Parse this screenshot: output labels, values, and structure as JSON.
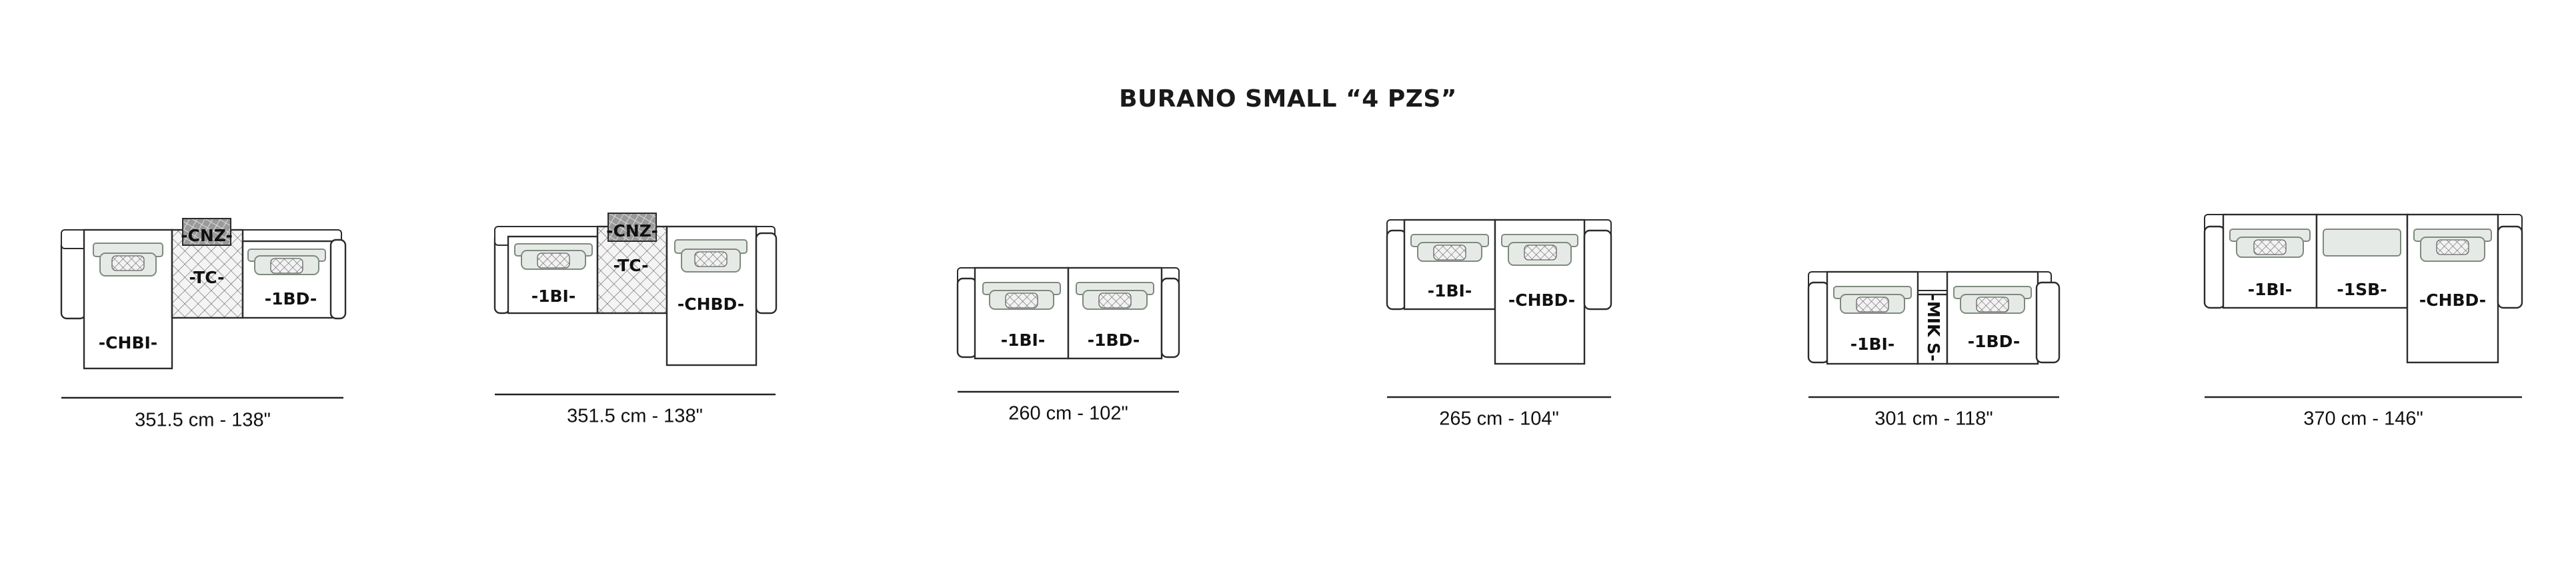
{
  "title": "BURANO SMALL “4 PZS”",
  "configurations": [
    {
      "dimension": "351.5 cm - 138\"",
      "modules": [
        {
          "label": "-CHBI-",
          "type": "chaise-left"
        },
        {
          "label": "-TC-",
          "type": "corner-quilted"
        },
        {
          "label": "-CNZ-",
          "type": "cushion"
        },
        {
          "label": "-1BD-",
          "type": "seat"
        }
      ]
    },
    {
      "dimension": "351.5 cm - 138\"",
      "modules": [
        {
          "label": "-1BI-",
          "type": "seat"
        },
        {
          "label": "-TC-",
          "type": "corner-quilted"
        },
        {
          "label": "-CNZ-",
          "type": "cushion"
        },
        {
          "label": "-CHBD-",
          "type": "chaise-right"
        }
      ]
    },
    {
      "dimension": "260 cm - 102\"",
      "modules": [
        {
          "label": "-1BI-",
          "type": "seat"
        },
        {
          "label": "-1BD-",
          "type": "seat"
        }
      ]
    },
    {
      "dimension": "265 cm - 104\"",
      "modules": [
        {
          "label": "-1BI-",
          "type": "seat"
        },
        {
          "label": "-CHBD-",
          "type": "chaise-right"
        }
      ]
    },
    {
      "dimension": "301 cm - 118\"",
      "modules": [
        {
          "label": "-1BI-",
          "type": "seat"
        },
        {
          "label": "-MIK S-",
          "type": "table"
        },
        {
          "label": "-1BD-",
          "type": "seat"
        }
      ]
    },
    {
      "dimension": "370 cm - 146\"",
      "modules": [
        {
          "label": "-1BI-",
          "type": "seat"
        },
        {
          "label": "-1SB-",
          "type": "seat"
        },
        {
          "label": "-CHBD-",
          "type": "chaise-right"
        }
      ]
    }
  ]
}
